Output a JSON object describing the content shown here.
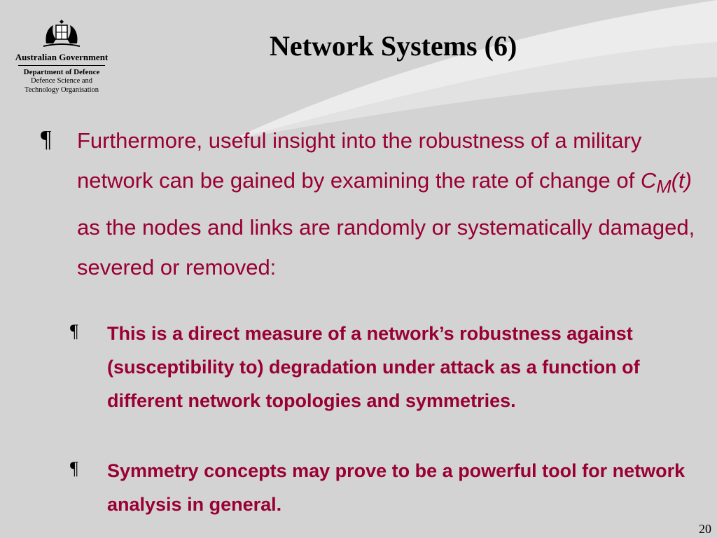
{
  "logo": {
    "government": "Australian Government",
    "department": "Department of Defence",
    "org_line1": "Defence Science and",
    "org_line2": "Technology Organisation"
  },
  "title": "Network Systems (6)",
  "bullet_symbol": "¶",
  "paragraph1": {
    "before": "Furthermore, useful insight into the robustness of a military network can be gained by examining the rate of change of ",
    "math_var": "C",
    "math_sub": "M",
    "math_arg": "(t)",
    "after": " as the nodes and links are randomly or systematically damaged, severed or removed:"
  },
  "subpoints": [
    "This is a direct measure of a network’s robustness against (susceptibility to) degradation under attack as a function of different network topologies and symmetries.",
    "Symmetry concepts may prove to be a powerful tool for network analysis in general."
  ],
  "page_number": "20",
  "colors": {
    "text_accent": "#990033",
    "background": "#d3d3d3",
    "swoosh": "#ececec"
  }
}
